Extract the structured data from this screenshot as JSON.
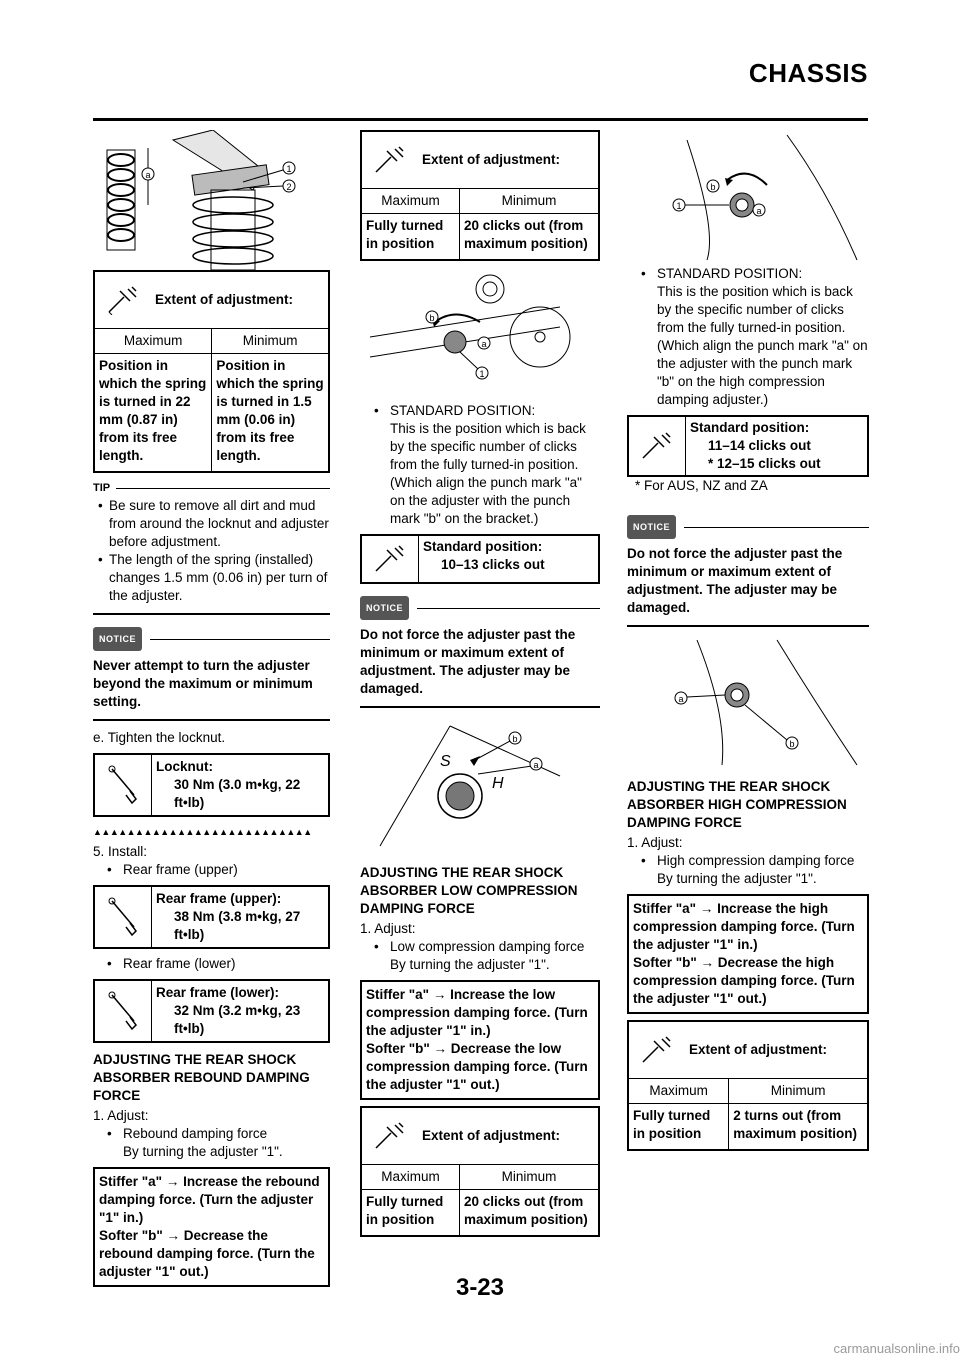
{
  "header": {
    "title": "CHASSIS"
  },
  "page_number": "3-23",
  "watermark": "carmanualsonline.info",
  "callouts": {
    "one": "1",
    "two": "2",
    "a": "a",
    "b": "b"
  },
  "col1": {
    "extent": {
      "title": "Extent of adjustment:",
      "col_max": "Maximum",
      "col_min": "Minimum",
      "max": "Position in which the spring is turned in 22 mm (0.87 in) from its free length.",
      "min": "Position in which the spring is turned in 1.5 mm (0.06 in) from its free length."
    },
    "tip": {
      "label": "TIP",
      "items": [
        "Be sure to remove all dirt and mud from around the locknut and adjuster before adjustment.",
        "The length of the spring (installed) changes 1.5 mm (0.06 in) per turn of the adjuster."
      ]
    },
    "notice": {
      "label": "NOTICE",
      "text": "Never attempt to turn the adjuster beyond the maximum or minimum setting."
    },
    "step_e": "e. Tighten the locknut.",
    "locknut": {
      "title": "Locknut:",
      "value": "30 Nm (3.0 m•kg, 22 ft•lb)"
    },
    "triangles": "▲▲▲▲▲▲▲▲▲▲▲▲▲▲▲▲▲▲▲▲▲▲▲▲▲▲",
    "step5": "5. Install:",
    "upper_bullet": "Rear frame (upper)",
    "upper": {
      "title": "Rear frame (upper):",
      "value": "38 Nm (3.8 m•kg, 27 ft•lb)"
    },
    "lower_bullet": "Rear frame (lower)",
    "lower": {
      "title": "Rear frame (lower):",
      "value": "32 Nm (3.2 m•kg, 23 ft•lb)"
    },
    "rebound_head": "ADJUSTING THE REAR SHOCK ABSORBER REBOUND DAMPING FORCE",
    "adjust": "1. Adjust:",
    "rebound_bullet": "Rebound damping force",
    "turning": "By turning the adjuster \"1\".",
    "stiffer": "Stiffer \"a\" → Increase the rebound damping force. (Turn the adjuster \"1\" in.)",
    "softer": "Softer \"b\" → Decrease the rebound damping force. (Turn the adjuster \"1\" out.)"
  },
  "col2": {
    "extent1": {
      "title": "Extent of adjustment:",
      "col_max": "Maximum",
      "col_min": "Minimum",
      "max": "Fully turned in position",
      "min": "20 clicks out (from maximum position)"
    },
    "standard_bullet": "STANDARD POSITION:",
    "standard_text": "This is the position which is back by the specific number of clicks from the fully turned-in position. (Which align the punch mark \"a\" on the adjuster with the punch mark \"b\" on the bracket.)",
    "std": {
      "title": "Standard position:",
      "value": "10–13 clicks out"
    },
    "notice": {
      "label": "NOTICE",
      "text": "Do not force the adjuster past the minimum or maximum extent of adjustment. The adjuster may be damaged."
    },
    "low_head": "ADJUSTING THE REAR SHOCK ABSORBER LOW COMPRESSION DAMPING FORCE",
    "adjust": "1. Adjust:",
    "low_bullet": "Low compression damping force",
    "turning": "By turning the adjuster \"1\".",
    "stiffer": "Stiffer \"a\" → Increase the low compression damping force. (Turn the adjuster \"1\" in.)",
    "softer": "Softer \"b\" → Decrease the low compression damping force. (Turn the adjuster \"1\" out.)",
    "extent2": {
      "title": "Extent of adjustment:",
      "col_max": "Maximum",
      "col_min": "Minimum",
      "max": "Fully turned in position",
      "min": "20 clicks out (from maximum position)"
    }
  },
  "col3": {
    "standard_bullet": "STANDARD POSITION:",
    "standard_text": "This is the position which is back by the specific number of clicks from the fully turned-in position. (Which align the punch mark \"a\" on the adjuster with the punch mark \"b\" on the high compression damping adjuster.)",
    "std": {
      "title": "Standard position:",
      "value1": "11–14 clicks out",
      "value2": "* 12–15 clicks out"
    },
    "footnote": "* For AUS, NZ and ZA",
    "notice": {
      "label": "NOTICE",
      "text": "Do not force the adjuster past the minimum or maximum extent of adjustment. The adjuster may be damaged."
    },
    "high_head": "ADJUSTING THE REAR SHOCK ABSORBER HIGH COMPRESSION DAMPING FORCE",
    "adjust": "1. Adjust:",
    "high_bullet": "High compression damping force",
    "turning": "By turning the adjuster \"1\".",
    "stiffer": "Stiffer \"a\" → Increase the high compression damping force. (Turn the adjuster \"1\" in.)",
    "softer": "Softer \"b\" → Decrease the high compression damping force. (Turn the adjuster \"1\" out.)",
    "extent": {
      "title": "Extent of adjustment:",
      "col_max": "Maximum",
      "col_min": "Minimum",
      "max": "Fully turned in position",
      "min": "2 turns out (from maximum position)"
    }
  }
}
